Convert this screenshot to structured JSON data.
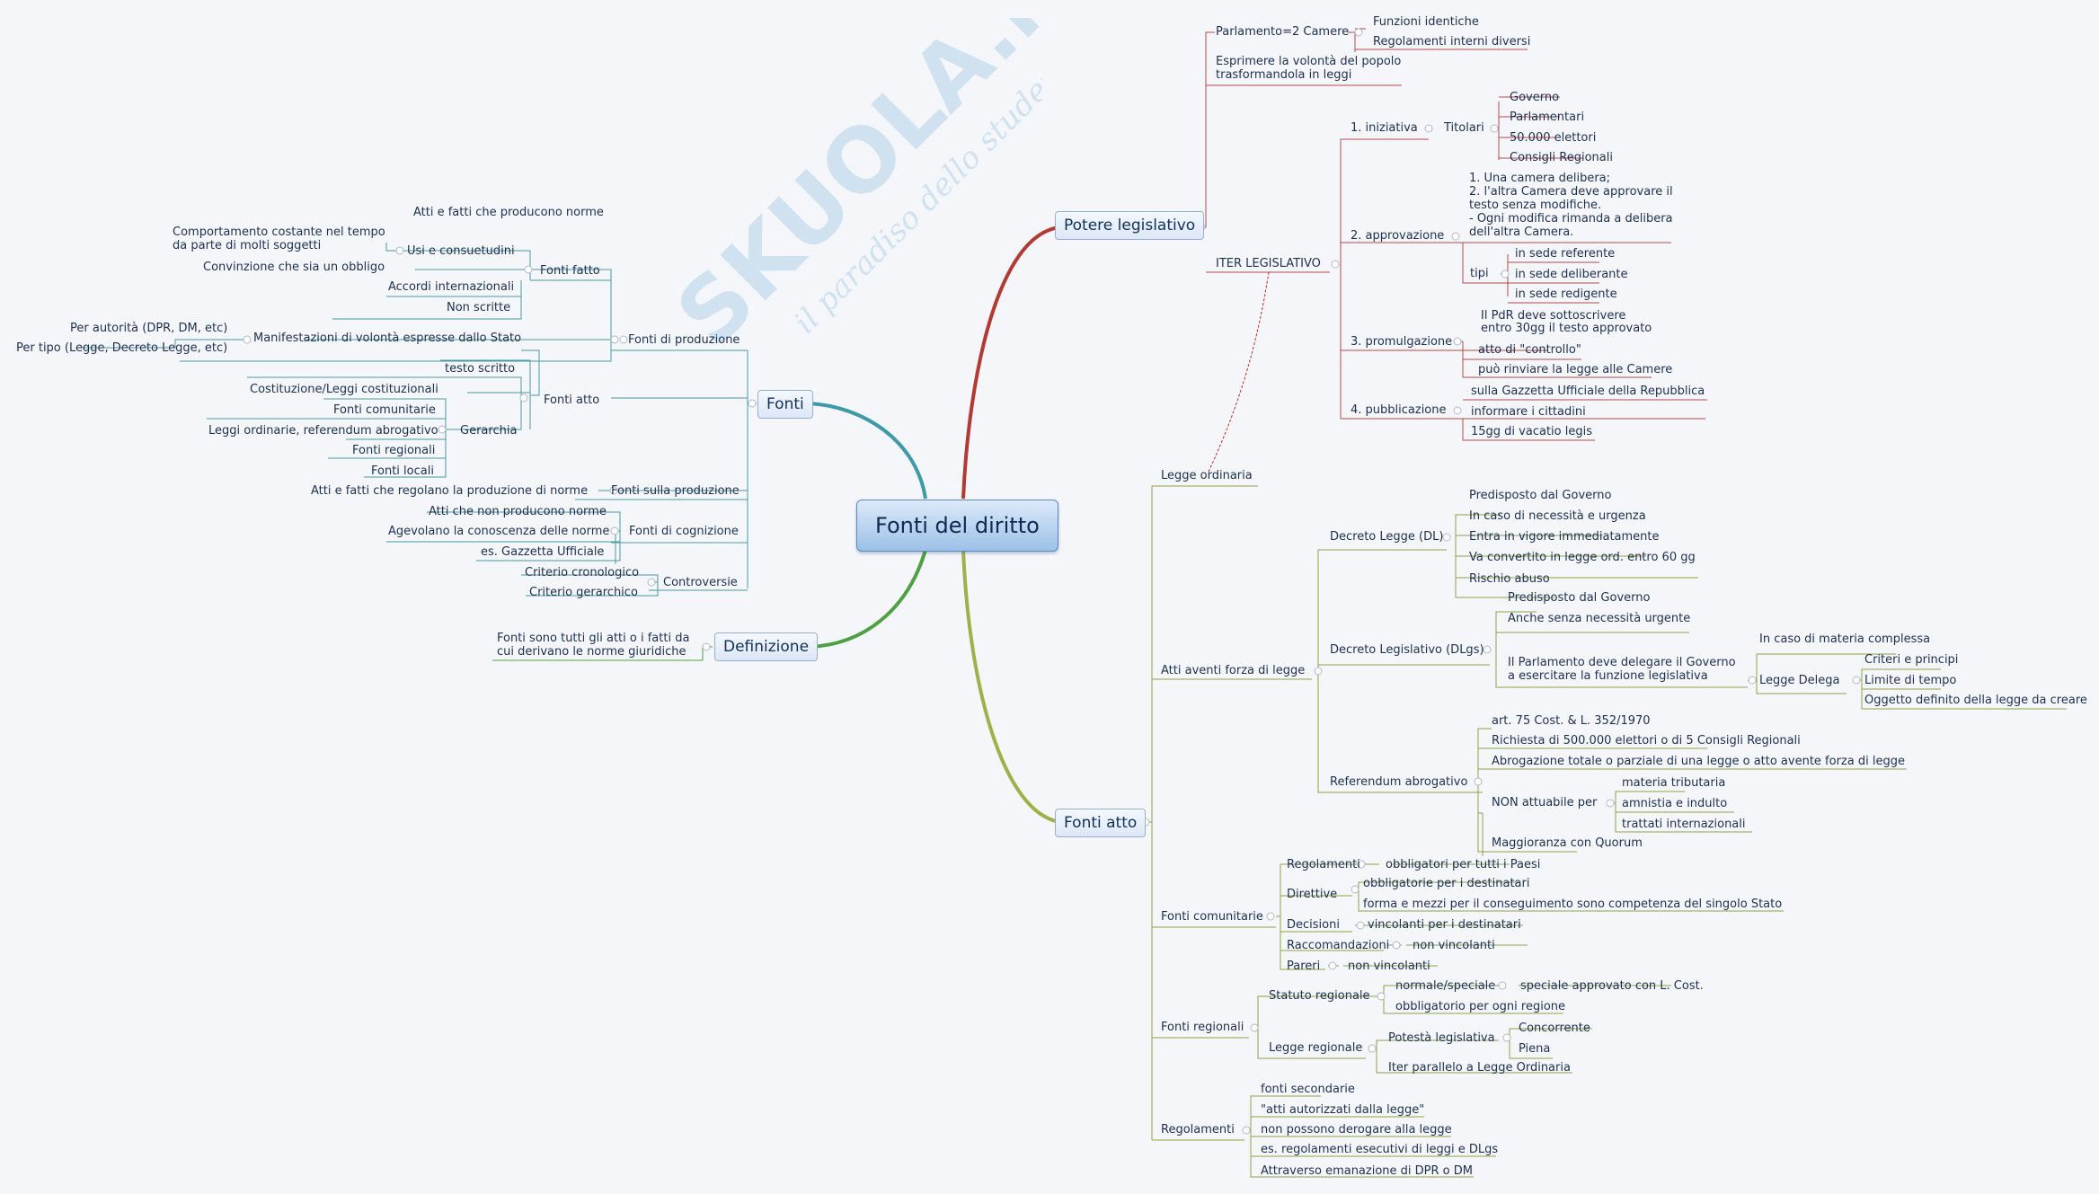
{
  "central": {
    "label": "Fonti del diritto"
  },
  "watermark": {
    "brand": "SKUOLA.net",
    "tagline": "il paradiso dello studente"
  },
  "branches": {
    "potere": {
      "label": "Potere legislativo",
      "parlamento": "Parlamento=2 Camere",
      "funzioni": "Funzioni identiche",
      "regolamenti": "Regolamenti interni diversi",
      "esprimere1": "Esprimere la volontà del popolo",
      "esprimere2": "trasformandola in leggi",
      "iter": "ITER LEGISLATIVO",
      "iniziativa": "1. iniziativa",
      "titolari": "Titolari",
      "governo": "Governo",
      "parlamentari": "Parlamentari",
      "elettori": "50.000 elettori",
      "consigli": "Consigli Regionali",
      "approvazione": "2. approvazione",
      "appr_lines": [
        "1. Una camera delibera;",
        "2. l'altra Camera deve approvare il",
        "testo senza modifiche.",
        "- Ogni modifica rimanda a delibera",
        "dell'altra Camera."
      ],
      "tipi": "tipi",
      "referente": "in sede referente",
      "deliberante": "in sede deliberante",
      "redigente": "in sede redigente",
      "promulgazione": "3. promulgazione",
      "pdr1": "Il PdR deve sottoscrivere",
      "pdr2": "entro 30gg il testo approvato",
      "controllo": "atto di \"controllo\"",
      "rinviare": "può rinviare la legge alle Camere",
      "pubblicazione": "4. pubblicazione",
      "gazzetta": "sulla Gazzetta Ufficiale della Repubblica",
      "informare": "informare i cittadini",
      "vacatio": "15gg di vacatio legis"
    },
    "fontiatto": {
      "label": "Fonti atto",
      "legge_ordinaria": "Legge ordinaria",
      "atti_aventi": "Atti aventi forza di legge",
      "dl": "Decreto Legge (DL)",
      "dl_items": [
        "Predisposto dal Governo",
        "In caso di necessità e urgenza",
        "Entra in vigore immediatamente",
        "Va convertito in legge ord. entro 60 gg",
        "Rischio abuso"
      ],
      "dlgs": "Decreto Legislativo (DLgs)",
      "dlgs_pred": "Predisposto dal Governo",
      "dlgs_anche": "Anche senza necessità urgente",
      "dlgs_delega1": "Il Parlamento deve delegare il Governo",
      "dlgs_delega2": "a esercitare la funzione legislativa",
      "materia_complessa": "In caso di materia complessa",
      "legge_delega": "Legge Delega",
      "delega_items": [
        "Criteri e principi",
        "Limite di tempo",
        "Oggetto definito della legge da creare"
      ],
      "referendum": "Referendum abrogativo",
      "ref_items": [
        "art. 75 Cost. & L. 352/1970",
        "Richiesta di 500.000 elettori o di 5 Consigli Regionali",
        "Abrogazione totale o parziale di una legge o atto avente forza di legge"
      ],
      "non_attuabile": "NON attuabile per",
      "non_items": [
        "materia tributaria",
        "amnistia e indulto",
        "trattati internazionali"
      ],
      "maggioranza": "Maggioranza con Quorum",
      "comunitarie": "Fonti comunitarie",
      "regolamenti_c": "Regolamenti",
      "obbligatori_tutti": "obbligatori per tutti i Paesi",
      "direttive": "Direttive",
      "obbl_destinatari": "obbligatorie per i destinatari",
      "forma_mezzi": "forma e mezzi per il conseguimento sono competenza del singolo Stato",
      "decisioni": "Decisioni",
      "vincolanti_dest": "vincolanti per i destinatari",
      "raccomandazioni": "Raccomandazioni",
      "non_vincolanti1": "non vincolanti",
      "pareri": "Pareri",
      "non_vincolanti2": "non vincolanti",
      "regionali": "Fonti regionali",
      "statuto": "Statuto regionale",
      "normale_speciale": "normale/speciale",
      "speciale_approvato": "speciale approvato con L. Cost.",
      "obbl_regione": "obbligatorio per ogni regione",
      "legge_regionale": "Legge regionale",
      "potesta": "Potestà legislativa",
      "concorrente": "Concorrente",
      "piena": "Piena",
      "iter_parallelo": "Iter parallelo a Legge Ordinaria",
      "regolamenti": "Regolamenti",
      "reg_items": [
        "fonti secondarie",
        "\"atti autorizzati dalla legge\"",
        "non possono derogare alla legge",
        "es. regolamenti esecutivi di leggi e DLgs",
        "Attraverso emanazione di DPR o DM"
      ]
    },
    "fonti": {
      "label": "Fonti",
      "produzione": "Fonti di produzione",
      "atti_fatti_prod": "Atti e fatti che producono norme",
      "fonti_fatto": "Fonti fatto",
      "usi": "Usi e consuetudini",
      "comportamento1": "Comportamento costante nel tempo",
      "comportamento2": "da parte di molti soggetti",
      "convinzione": "Convinzione che sia un obbligo",
      "accordi": "Accordi internazionali",
      "non_scritte": "Non scritte",
      "fonti_atto": "Fonti atto",
      "manifestazioni": "Manifestazioni di volontà espresse dallo Stato",
      "per_autorita": "Per autorità (DPR, DM, etc)",
      "per_tipo": "Per tipo (Legge, Decreto Legge, etc)",
      "testo_scritto": "testo scritto",
      "gerarchia": "Gerarchia",
      "ger_items": [
        "Costituzione/Leggi costituzionali",
        "Fonti comunitarie",
        "Leggi ordinarie, referendum abrogativo",
        "Fonti regionali",
        "Fonti locali"
      ],
      "sulla_produzione": "Fonti sulla produzione",
      "atti_regolano": "Atti e fatti che regolano la produzione di norme",
      "cognizione": "Fonti di cognizione",
      "non_producono": "Atti che non producono norme",
      "agevolano": "Agevolano la conoscenza delle norme",
      "es_gazzetta": "es. Gazzetta Ufficiale",
      "controversie": "Controversie",
      "cronologico": "Criterio cronologico",
      "gerarchico": "Criterio gerarchico"
    },
    "definizione": {
      "label": "Definizione",
      "text1": "Fonti sono tutti gli atti o i fatti da",
      "text2": "cui derivano le norme giuridiche"
    }
  }
}
